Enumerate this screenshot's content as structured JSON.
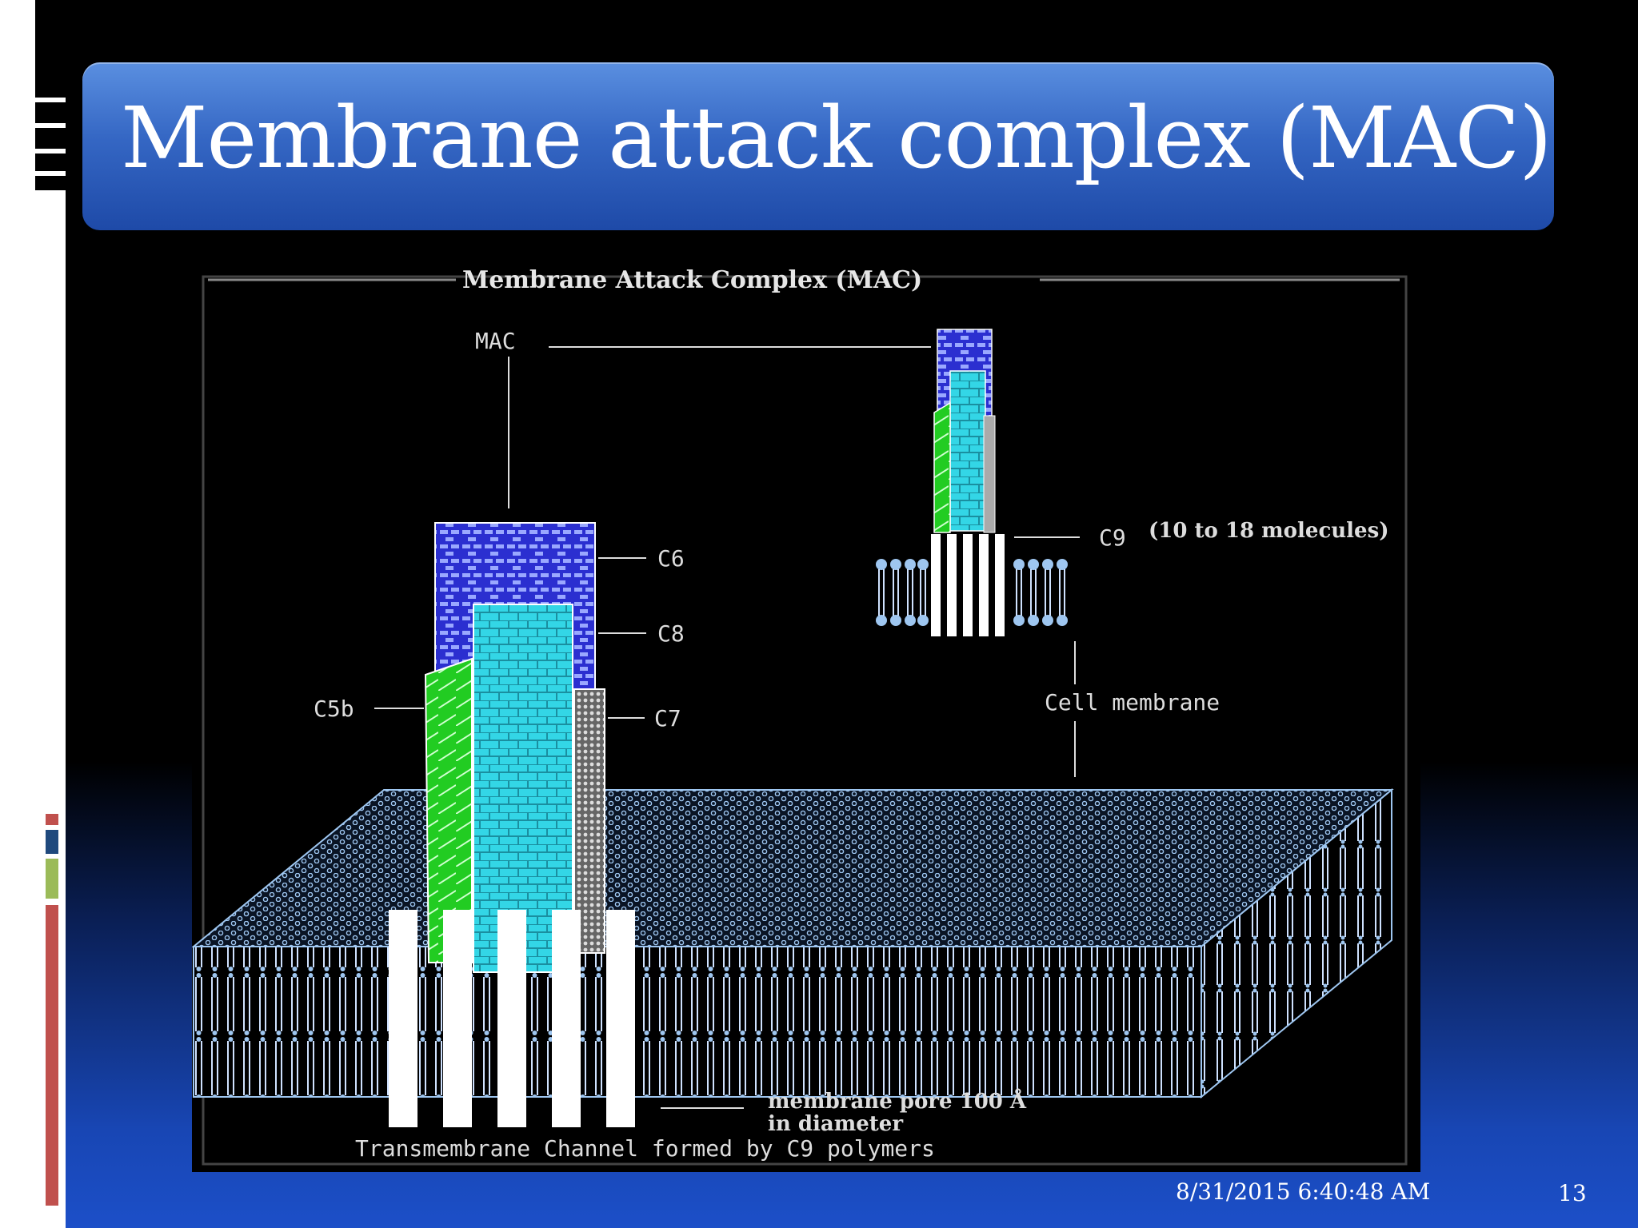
{
  "slide": {
    "title": "Membrane attack complex (MAC)",
    "date": "8/31/2015 6:40:48 AM",
    "page_number": "13"
  },
  "diagram": {
    "title": "Membrane Attack Complex (MAC)",
    "labels": {
      "mac": "MAC",
      "c6": "C6",
      "c8": "C8",
      "c7": "C7",
      "c5b": "C5b",
      "c9": "C9",
      "c9_note": "(10 to 18 molecules)",
      "cell_membrane": "Cell membrane",
      "pore_line1": "membrane pore  100 Å",
      "pore_line2": "in diameter",
      "channel": "Transmembrane Channel formed by C9 polymers"
    },
    "colors": {
      "c6": "#2b2fd0",
      "c8": "#33d6e6",
      "c5b": "#22cc22",
      "c7": "#aaaaaa",
      "c9": "#ffffff",
      "membrane": "#9ec6f0"
    }
  }
}
